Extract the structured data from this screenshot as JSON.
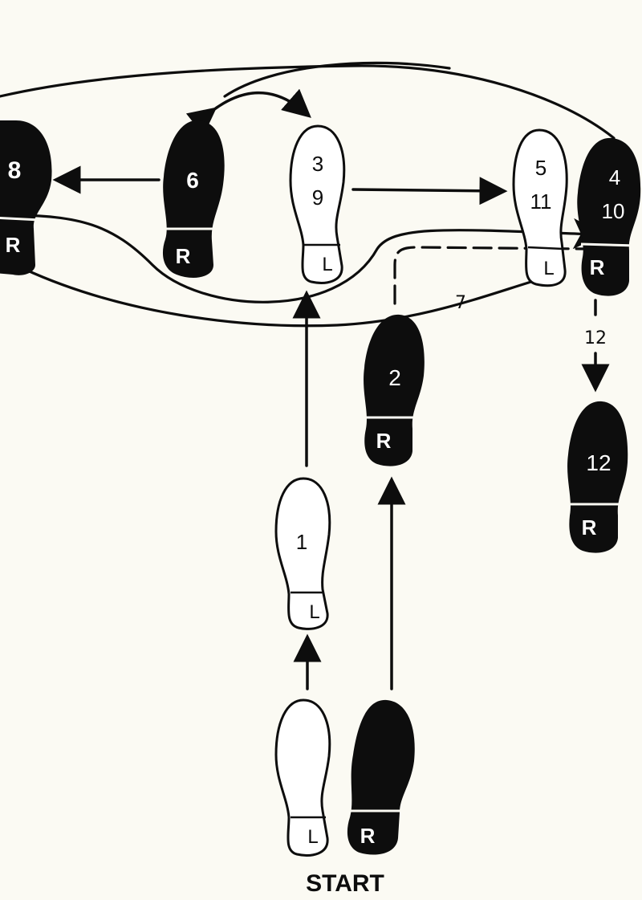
{
  "title": "",
  "start_label": "START",
  "colors": {
    "background": "#fbfaf3",
    "ink": "#0d0d0d",
    "light_foot": "#ffffff"
  },
  "footprints": [
    {
      "name": "footprint-step-8-right",
      "step_label": "8",
      "foot_label": "R",
      "filled": true
    },
    {
      "name": "footprint-step-6-right",
      "step_label": "6",
      "foot_label": "R",
      "filled": true
    },
    {
      "name": "footprint-step-3-9-left",
      "step_label": "3",
      "step_label_2": "9",
      "foot_label": "L",
      "filled": false
    },
    {
      "name": "footprint-step-5-11-left",
      "step_label": "5",
      "step_label_2": "11",
      "foot_label": "L",
      "filled": false
    },
    {
      "name": "footprint-step-4-10-right",
      "step_label": "4",
      "step_label_2": "10",
      "foot_label": "R",
      "filled": true
    },
    {
      "name": "footprint-step-2-right",
      "step_label": "2",
      "foot_label": "R",
      "filled": true
    },
    {
      "name": "footprint-step-12-right",
      "step_label": "12",
      "foot_label": "R",
      "filled": true
    },
    {
      "name": "footprint-step-1-left",
      "step_label": "1",
      "foot_label": "L",
      "filled": false
    },
    {
      "name": "footprint-start-left",
      "step_label": "",
      "foot_label": "L",
      "filled": false
    },
    {
      "name": "footprint-start-right",
      "step_label": "",
      "foot_label": "R",
      "filled": true
    }
  ],
  "path_labels": {
    "step_7": "7",
    "step_12": "12"
  }
}
